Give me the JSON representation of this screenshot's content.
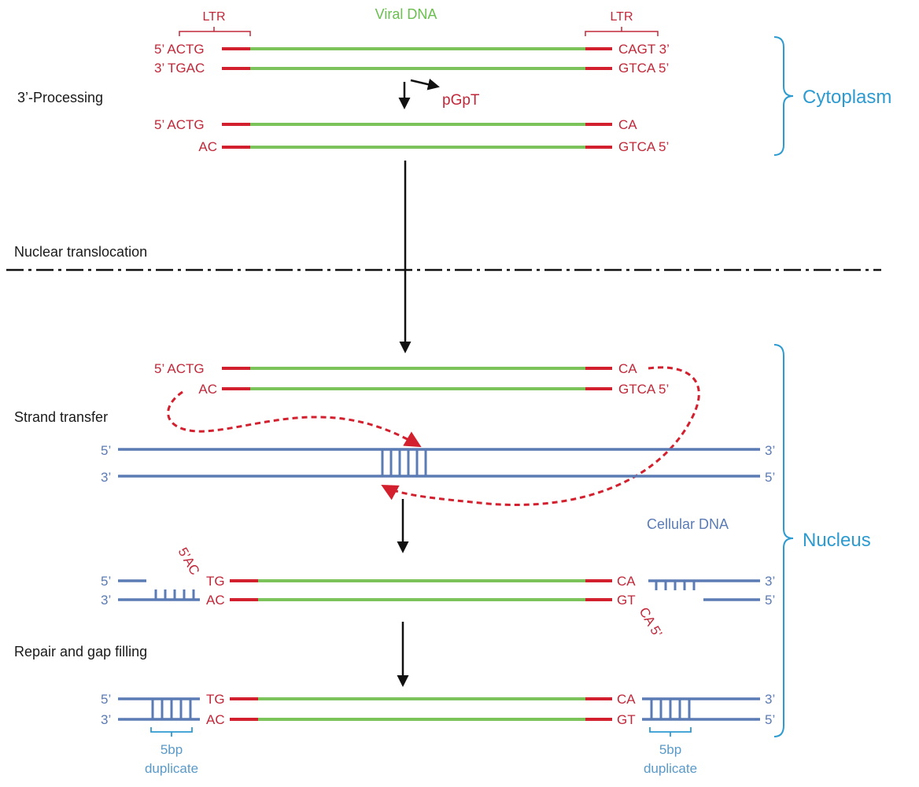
{
  "colors": {
    "viral_dna": "#7cc35b",
    "ltr": "#d3202e",
    "cellular_dna": "#5b7bb4",
    "compartment": "#2e9bd0",
    "text_red": "#c0283a"
  },
  "labels": {
    "ltr_left": "LTR",
    "ltr_right": "LTR",
    "viral_dna": "Viral DNA",
    "processing": "3’-Processing",
    "pgpt": "pGpT",
    "nuclear_translocation": "Nuclear translocation",
    "strand_transfer": "Strand transfer",
    "cellular_dna": "Cellular DNA",
    "repair": "Repair and gap filling",
    "cytoplasm": "Cytoplasm",
    "nucleus": "Nucleus",
    "dup_left_1": "5bp",
    "dup_left_2": "duplicate",
    "dup_right_1": "5bp",
    "dup_right_2": "duplicate"
  },
  "step1": {
    "top_left": "5’ ACTG",
    "top_right": "CAGT  3’",
    "bot_left": "3’ TGAC",
    "bot_right": "GTCA  5’"
  },
  "step2": {
    "top_left": "5’ ACTG",
    "top_right": "CA",
    "bot_left": "AC",
    "bot_right": "GTCA  5’"
  },
  "step3": {
    "top_left": "5’ ACTG",
    "top_right": "CA",
    "bot_left": "AC",
    "bot_right": "GTCA  5’",
    "cell_top_left": "5’",
    "cell_top_right": "3’",
    "cell_bot_left": "3’",
    "cell_bot_right": "5’"
  },
  "step4": {
    "rot_left": "5’AC",
    "top_left": "TG",
    "bot_left": "AC",
    "top_right": "CA",
    "bot_right": "GT",
    "rot_right": "CA 5’",
    "cell_top_left": "5’",
    "cell_bot_left": "3’",
    "cell_top_right": "3’",
    "cell_bot_right": "5’"
  },
  "step5": {
    "top_left": "TG",
    "bot_left": "AC",
    "top_right": "CA",
    "bot_right": "GT",
    "cell_top_left": "5’",
    "cell_bot_left": "3’",
    "cell_top_right": "3’",
    "cell_bot_right": "5’"
  }
}
